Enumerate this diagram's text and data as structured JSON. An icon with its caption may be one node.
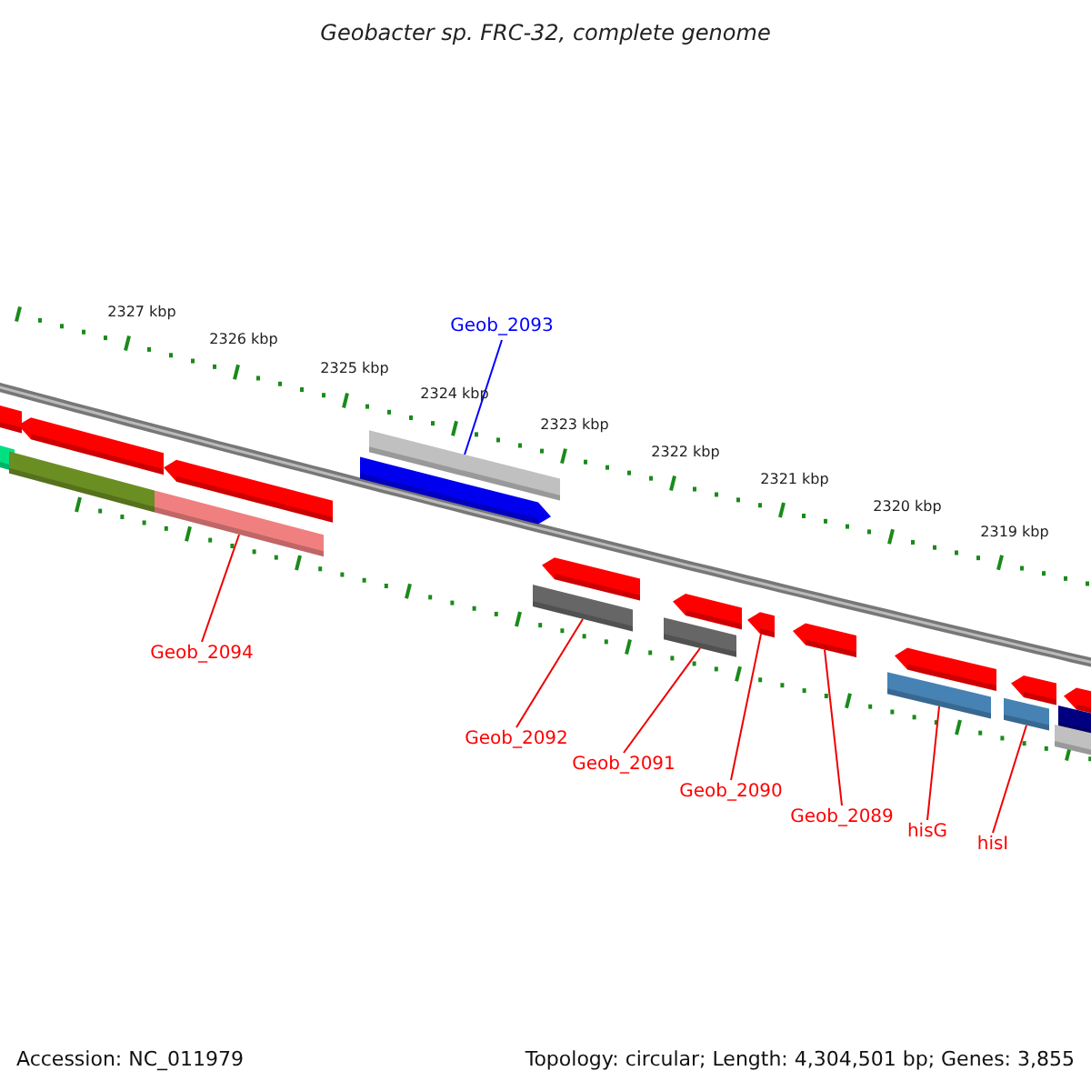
{
  "diagram": {
    "title": "Geobacter sp. FRC-32, complete genome",
    "nodes": [
      {
        "text": [
          "Geob_2093"
        ]
      },
      {
        "text": [
          "Geob_2094"
        ]
      },
      {
        "text": [
          "Geob_2092"
        ]
      },
      {
        "text": [
          "Geob_2091"
        ]
      },
      {
        "text": [
          "Geob_2090"
        ]
      },
      {
        "text": [
          "Geob_2089"
        ]
      },
      {
        "text": [
          "hisG"
        ]
      },
      {
        "text": [
          "hisI"
        ]
      },
      {
        "text": [],
        "shape": "bar"
      },
      {
        "text": [],
        "shape": "bar"
      },
      {
        "text": [],
        "shape": "bar"
      },
      {
        "text": [],
        "shape": "bar"
      },
      {
        "text": [],
        "shape": "bar"
      },
      {
        "text": [],
        "shape": "bar"
      },
      {
        "text": [],
        "shape": "bar"
      },
      {
        "text": [],
        "shape": "bar"
      }
    ],
    "edges": [
      {
        "from": 0,
        "to": 9,
        "arrow": "none",
        "color": "#0000ff"
      },
      {
        "from": 1,
        "to": 8,
        "arrow": "none"
      },
      {
        "from": 2,
        "to": 10,
        "arrow": "none"
      },
      {
        "from": 3,
        "to": 11,
        "arrow": "none"
      },
      {
        "from": 4,
        "to": 12,
        "arrow": "none"
      },
      {
        "from": 5,
        "to": 13,
        "arrow": "none"
      },
      {
        "from": 6,
        "to": 14,
        "arrow": "none"
      },
      {
        "from": 7,
        "to": 15,
        "arrow": "none"
      }
    ],
    "labels": [
      "2327 kbp",
      "2326 kbp",
      "2325 kbp",
      "2324 kbp",
      "2323 kbp",
      "2322 kbp",
      "2321 kbp",
      "2320 kbp",
      "2319 kbp",
      "Accession: NC_011979",
      "Topology: circular; Length: 4,304,501 bp; Genes: 3,855"
    ]
  }
}
